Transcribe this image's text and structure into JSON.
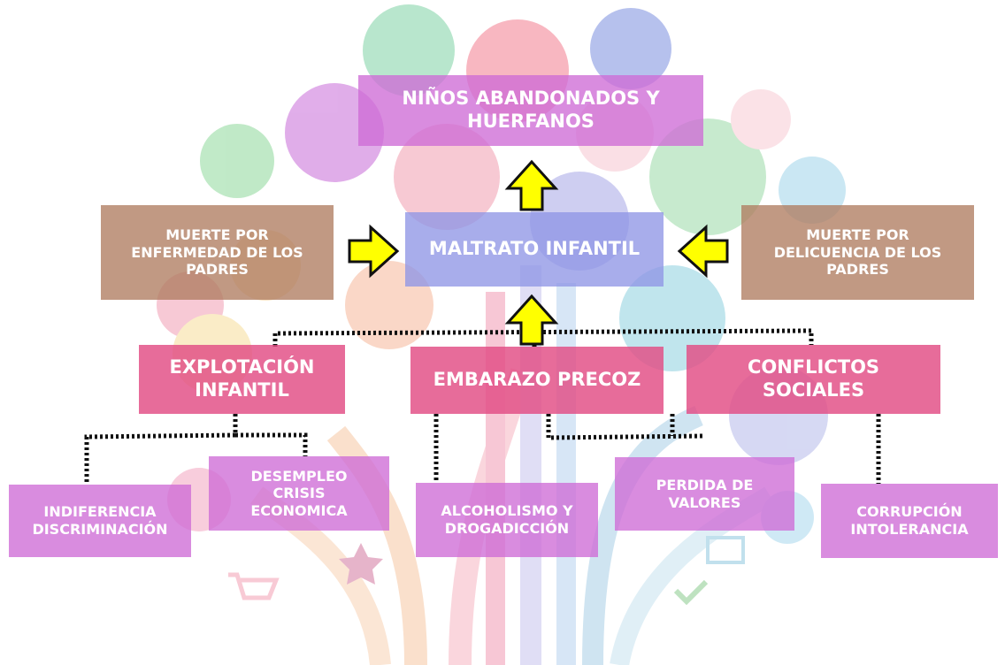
{
  "diagram": {
    "top": {
      "label": "NIÑOS ABANDONADOS Y\nHUERFANOS"
    },
    "center": {
      "label": "MALTRATO INFANTIL"
    },
    "left_effect": {
      "label": "MUERTE POR\nENFERMEDAD DE LOS\nPADRES"
    },
    "right_effect": {
      "label": "MUERTE POR\nDELICUENCIA DE LOS\nPADRES"
    },
    "causes": [
      {
        "label": "EXPLOTACIÓN\nINFANTIL"
      },
      {
        "label": "EMBARAZO PRECOZ"
      },
      {
        "label": "CONFLICTOS\nSOCIALES"
      }
    ],
    "leaves": [
      {
        "label": "INDIFERENCIA\nDISCRIMINACIÓN"
      },
      {
        "label": "DESEMPLEO\nCRISIS\nECONOMICA"
      },
      {
        "label": "ALCOHOLISMO Y\nDROGADICCIÓN"
      },
      {
        "label": "PERDIDA DE\nVALORES"
      },
      {
        "label": "CORRUPCIÓN\nINTOLERANCIA"
      }
    ]
  },
  "colors": {
    "purple_box": "#ce6cd6",
    "pink_box": "#e24c84",
    "blue_box": "#8f96e6",
    "brown_box": "#b07c60",
    "arrow_fill": "#ffff00",
    "connector": "#111111"
  },
  "background_icons": [
    "people-icon",
    "music-icon",
    "cart-icon",
    "camera-icon",
    "monitor-icon",
    "chat-icon",
    "at-icon",
    "mail-icon",
    "rss-icon",
    "gear-icon",
    "star-icon",
    "check-icon",
    "globe-icon"
  ]
}
